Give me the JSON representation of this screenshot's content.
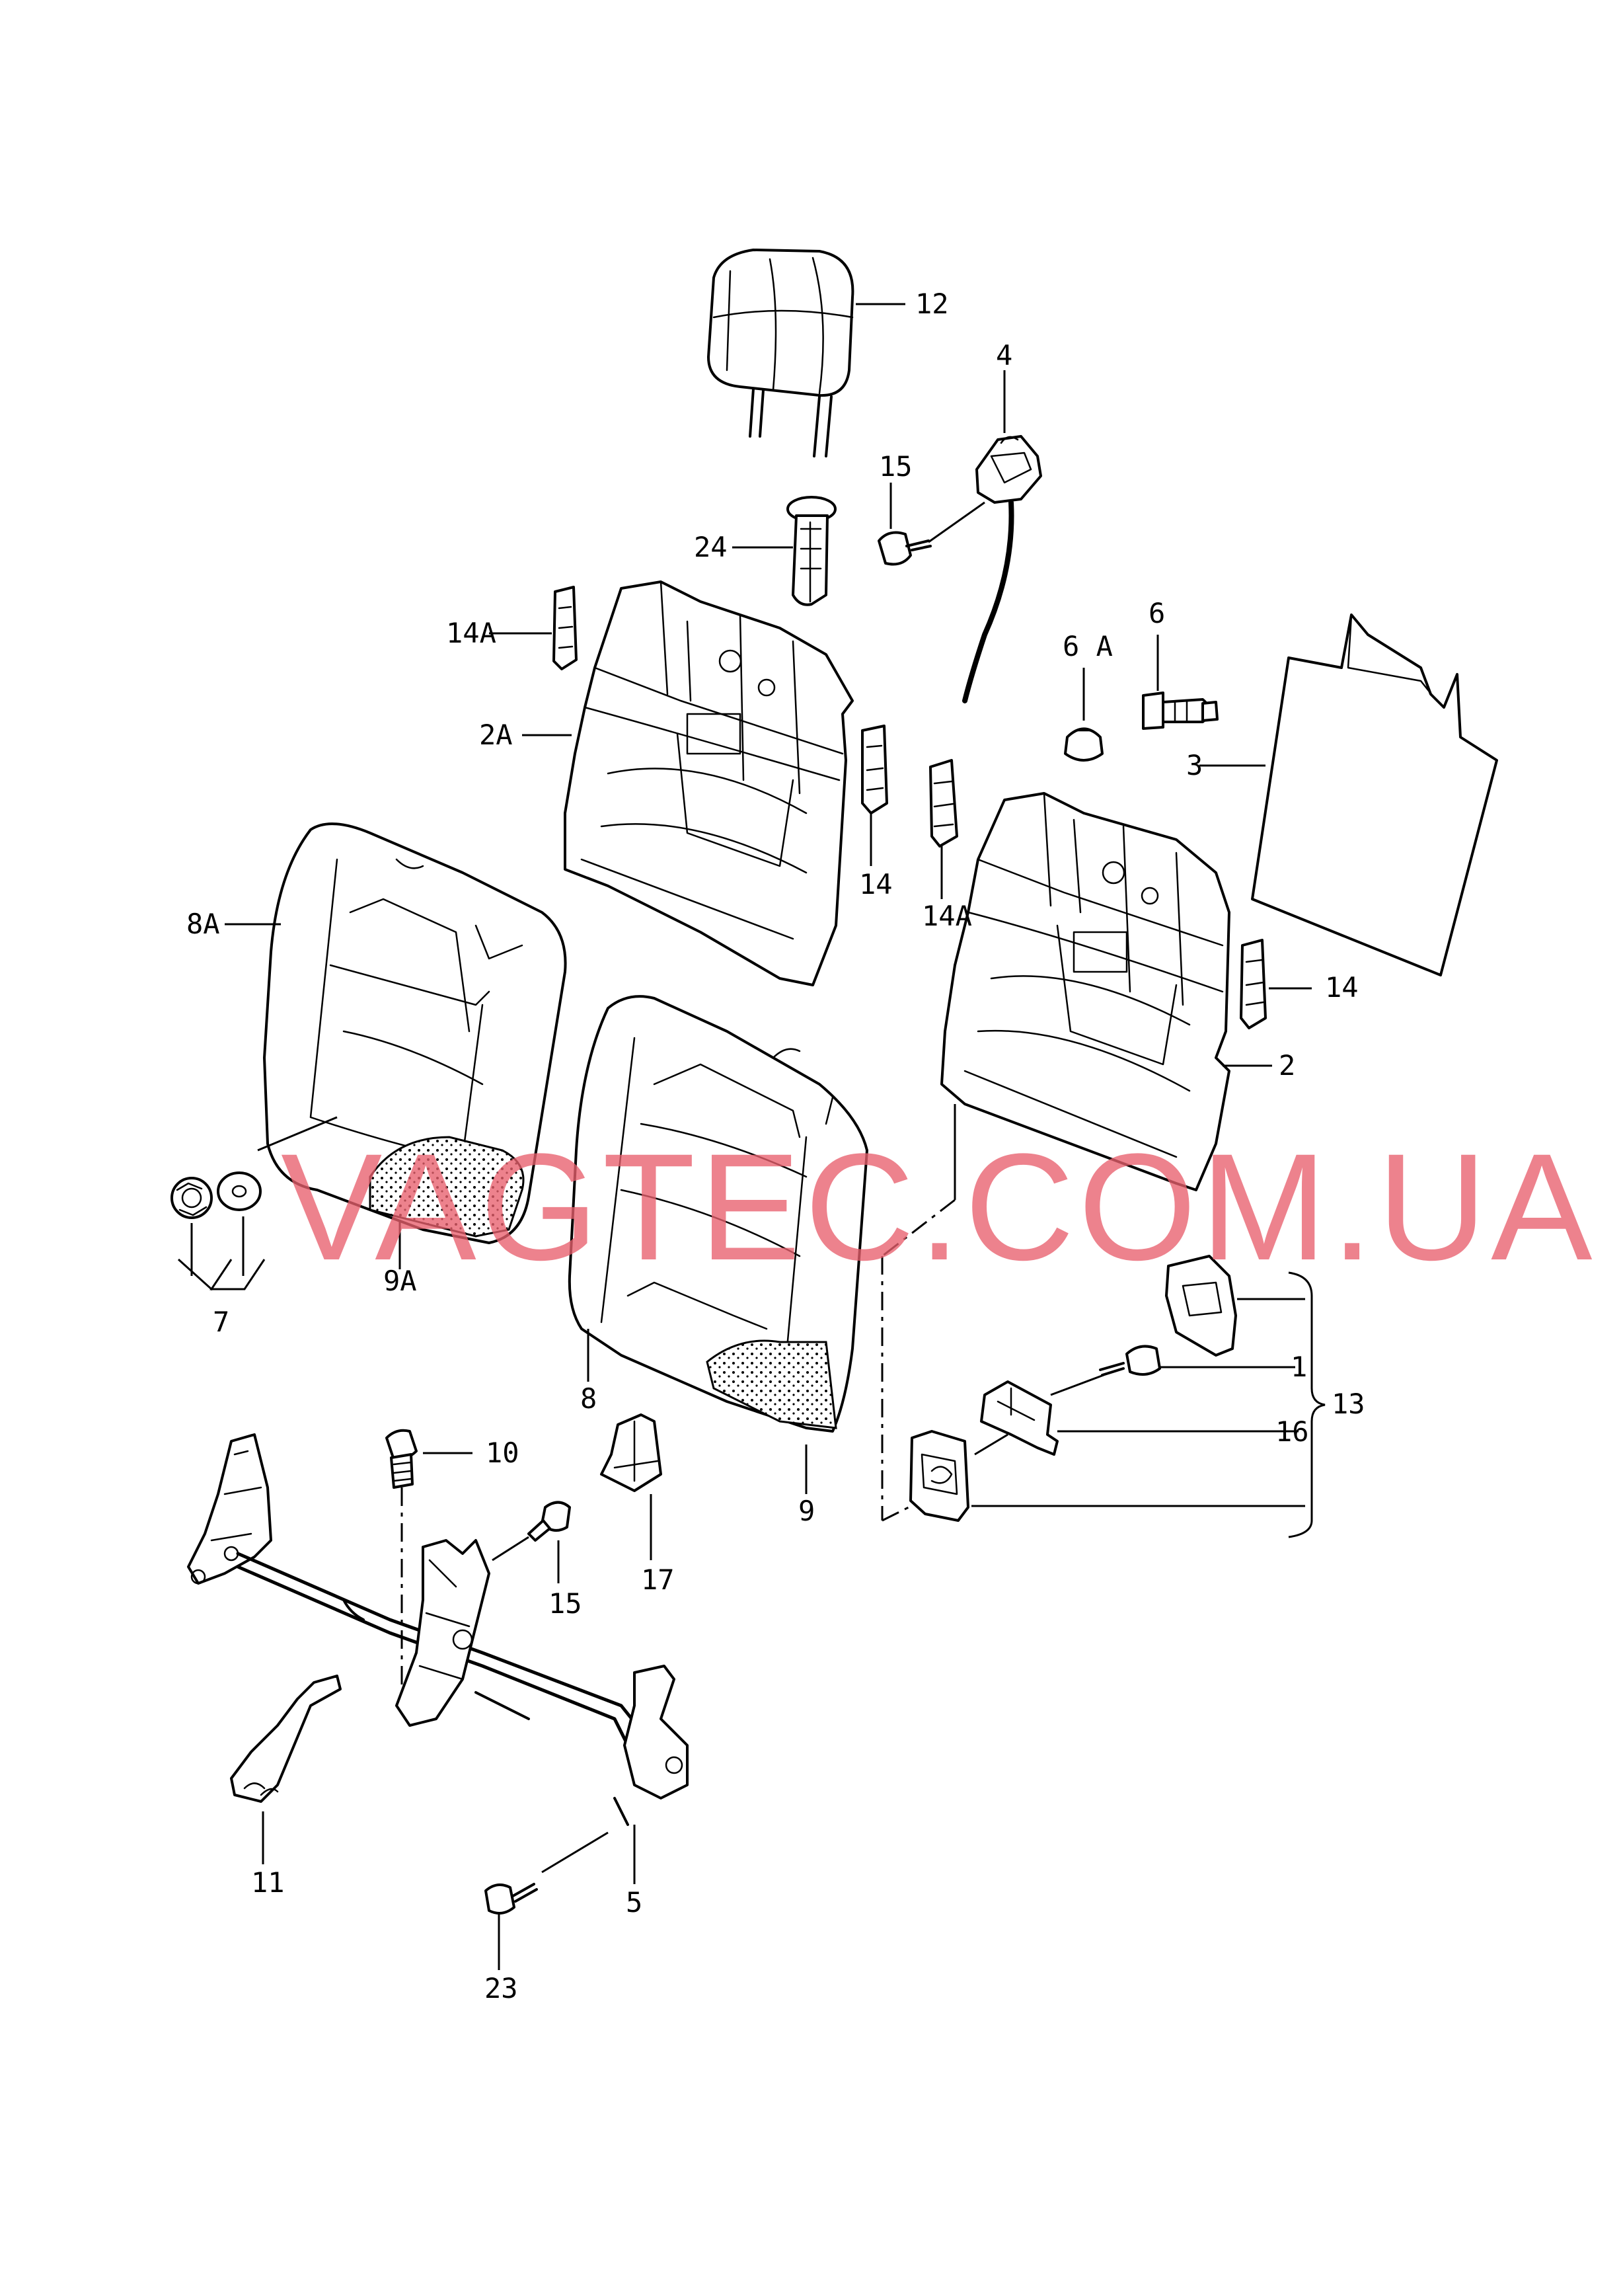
{
  "watermark": "VAGTEC.COM.UA",
  "callouts": {
    "c12": "12",
    "c4": "4",
    "c15a": "15",
    "c24": "24",
    "c14a_top": "14A",
    "c2a": "2A",
    "c14_mid": "14",
    "c14a_mid": "14A",
    "c6a": "6 A",
    "c6": "6",
    "c3": "3",
    "c8a": "8A",
    "c14_right": "14",
    "c2": "2",
    "c7": "7",
    "c9a": "9A",
    "c8": "8",
    "c9": "9",
    "c1": "1",
    "c13": "13",
    "c16": "16",
    "c10": "10",
    "c15b": "15",
    "c17": "17",
    "c11": "11",
    "c5": "5",
    "c23": "23"
  },
  "colors": {
    "line": "#000000",
    "background": "#ffffff",
    "watermark": "#e8606e"
  }
}
